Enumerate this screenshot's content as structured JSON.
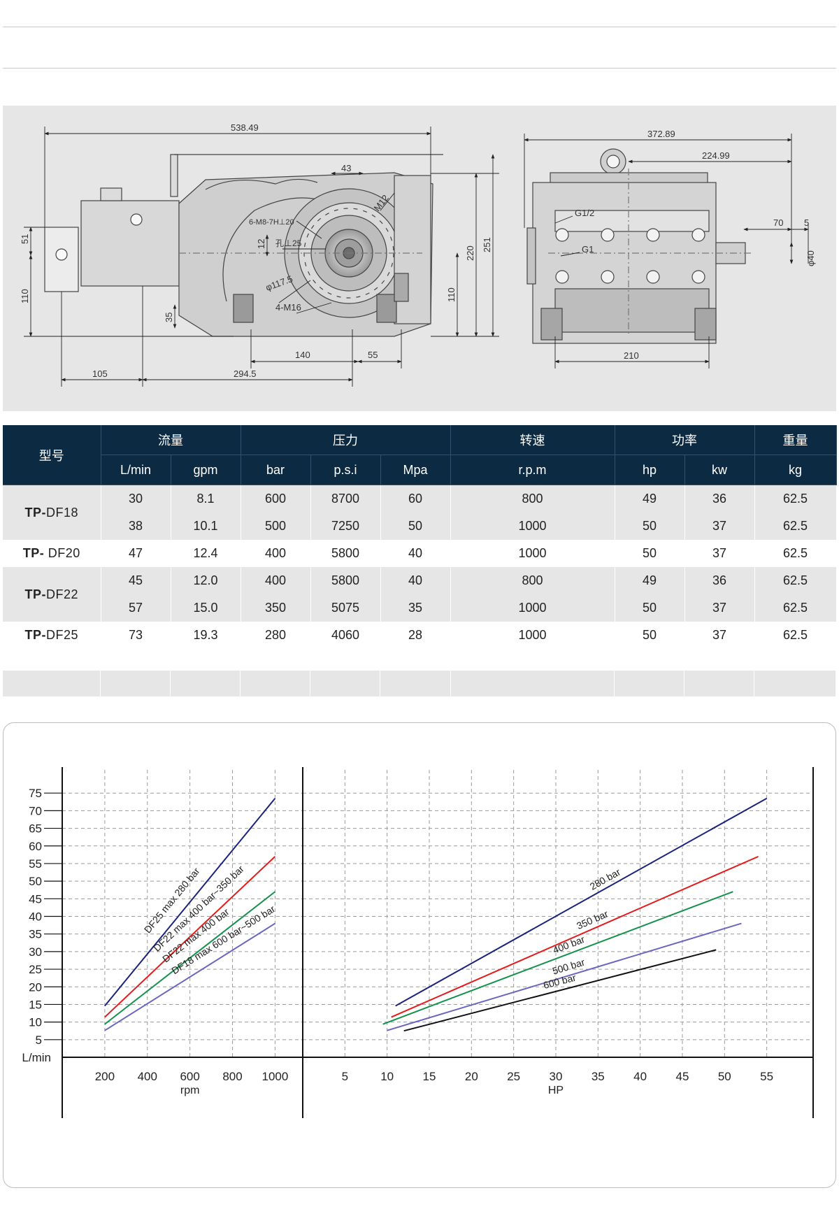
{
  "drawing": {
    "side_view": {
      "dims": [
        "538.49",
        "43",
        "51",
        "110",
        "35",
        "12",
        "220",
        "251",
        "110",
        "140",
        "55",
        "105",
        "294.5"
      ],
      "callouts": [
        "M12",
        "6-M8-7H⊥20",
        "孔⊥25",
        "φ117.5",
        "4-M16"
      ]
    },
    "end_view": {
      "dims": [
        "372.89",
        "224.99",
        "70",
        "5",
        "φ40",
        "210"
      ],
      "callouts": [
        "G1/2",
        "G1"
      ]
    }
  },
  "table": {
    "headers": {
      "model": "型号",
      "flow": "流量",
      "pressure": "压力",
      "speed": "转速",
      "power": "功率",
      "weight": "重量"
    },
    "units": [
      "L/min",
      "gpm",
      "bar",
      "p.s.i",
      "Mpa",
      "r.p.m",
      "hp",
      "kw",
      "kg"
    ],
    "groups": [
      {
        "prefix": "TP-",
        "name": "DF18",
        "rows": [
          [
            "30",
            "8.1",
            "600",
            "8700",
            "60",
            "800",
            "49",
            "36",
            "62.5"
          ],
          [
            "38",
            "10.1",
            "500",
            "7250",
            "50",
            "1000",
            "50",
            "37",
            "62.5"
          ]
        ]
      },
      {
        "prefix": "TP-",
        "name": " DF20",
        "rows": [
          [
            "47",
            "12.4",
            "400",
            "5800",
            "40",
            "1000",
            "50",
            "37",
            "62.5"
          ]
        ]
      },
      {
        "prefix": "TP-",
        "name": "DF22",
        "rows": [
          [
            "45",
            "12.0",
            "400",
            "5800",
            "40",
            "800",
            "49",
            "36",
            "62.5"
          ],
          [
            "57",
            "15.0",
            "350",
            "5075",
            "35",
            "1000",
            "50",
            "37",
            "62.5"
          ]
        ]
      },
      {
        "prefix": "TP-",
        "name": "DF25",
        "rows": [
          [
            "73",
            "19.3",
            "280",
            "4060",
            "28",
            "1000",
            "50",
            "37",
            "62.5"
          ]
        ]
      }
    ]
  },
  "chart_data": [
    {
      "type": "line",
      "ylabel": "L/min",
      "xlabel": "rpm",
      "x_ticks": [
        200,
        400,
        600,
        800,
        1000
      ],
      "y_ticks": [
        5,
        10,
        15,
        20,
        25,
        30,
        35,
        40,
        45,
        50,
        55,
        60,
        65,
        70,
        75
      ],
      "xlim": [
        0,
        1130
      ],
      "ylim": [
        0,
        80
      ],
      "grid": true,
      "series": [
        {
          "name": "DF25 max 280 bar",
          "color": "#1a237e",
          "x": [
            200,
            1000
          ],
          "y": [
            14.6,
            73.5
          ]
        },
        {
          "name": "DF22 max 400 bar~350 bar",
          "color": "#e31b1b",
          "x": [
            200,
            1000
          ],
          "y": [
            11.4,
            57.0
          ]
        },
        {
          "name": "DF22 max 400 bar",
          "color": "#12924a",
          "x": [
            200,
            1000
          ],
          "y": [
            9.4,
            47.0
          ]
        },
        {
          "name": "DF18 max 600 bar~500 bar",
          "color": "#6a66c0",
          "x": [
            200,
            1000
          ],
          "y": [
            7.6,
            38.0
          ]
        }
      ]
    },
    {
      "type": "line",
      "xlabel": "HP",
      "x_ticks": [
        5,
        10,
        15,
        20,
        25,
        30,
        35,
        40,
        45,
        50,
        55
      ],
      "xlim": [
        0,
        60.5
      ],
      "ylim": [
        0,
        80
      ],
      "grid": true,
      "series": [
        {
          "name": "280 bar",
          "color": "#1a237e",
          "x": [
            11,
            55
          ],
          "y": [
            14.6,
            73.5
          ]
        },
        {
          "name": "350 bar",
          "color": "#e31b1b",
          "x": [
            10.5,
            54
          ],
          "y": [
            11.4,
            57.0
          ]
        },
        {
          "name": "400 bar",
          "color": "#12924a",
          "x": [
            9.5,
            51
          ],
          "y": [
            9.4,
            47.0
          ]
        },
        {
          "name": "500 bar",
          "color": "#6a66c0",
          "x": [
            10,
            52
          ],
          "y": [
            7.6,
            38.0
          ]
        },
        {
          "name": "600 bar",
          "color": "#111111",
          "x": [
            12,
            49
          ],
          "y": [
            7.5,
            30.5
          ]
        }
      ]
    }
  ]
}
